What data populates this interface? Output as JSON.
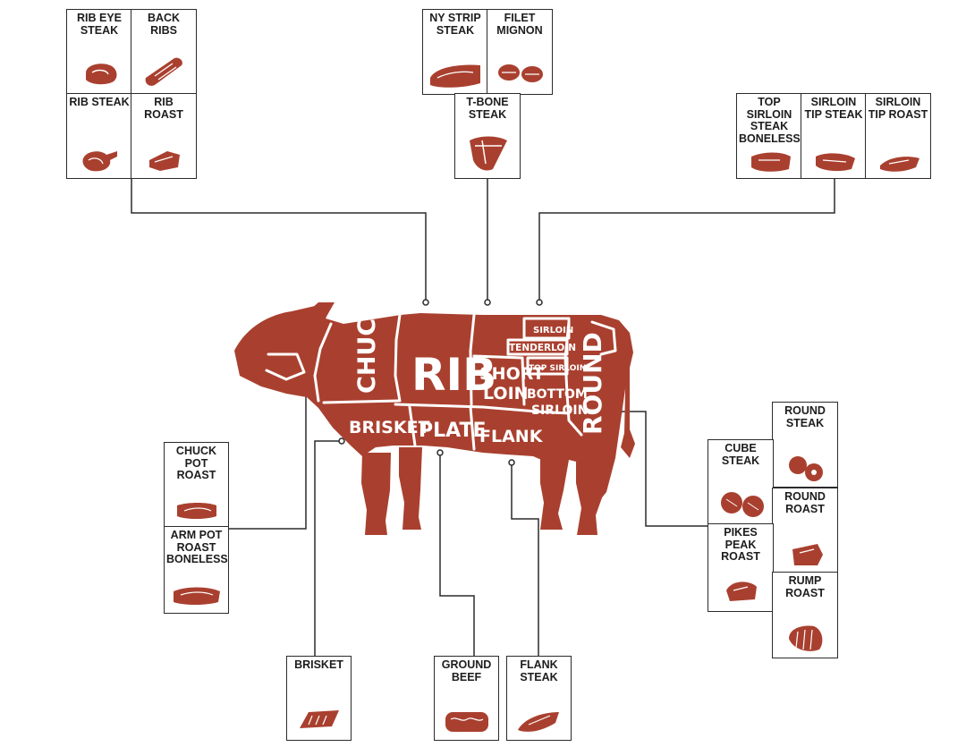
{
  "colors": {
    "meat": "#A9402F",
    "line": "#2b2b2b",
    "cut_text": "#ffffff"
  },
  "diagram": {
    "cow_regions": {
      "chuck": "CHUCK",
      "rib": "RIB",
      "sirloin": "SIRLOIN",
      "tenderloin": "TENDERLOIN",
      "top_sirloin": "TOP SIRLOIN",
      "short_loin": "SHORT\nLOIN",
      "bottom_sirloin": "BOTTOM\nSIRLOIN",
      "round": "ROUND",
      "brisket": "BRISKET",
      "plate": "PLATE",
      "flank": "FLANK"
    },
    "boxes": {
      "rib_eye_steak": "RIB EYE\nSTEAK",
      "back_ribs": "BACK RIBS",
      "rib_steak": "RIB STEAK",
      "rib_roast": "RIB ROAST",
      "ny_strip_steak": "NY STRIP\nSTEAK",
      "filet_mignon": "FILET\nMIGNON",
      "t_bone_steak": "T-BONE\nSTEAK",
      "top_sirloin_steak_boneless": "TOP\nSIRLOIN\nSTEAK\nBONELESS",
      "sirloin_tip_steak": "SIRLOIN\nTIP STEAK",
      "sirloin_tip_roast": "SIRLOIN\nTIP ROAST",
      "chuck_pot_roast": "CHUCK\nPOT\nROAST",
      "arm_pot_roast_boneless": "ARM POT\nROAST\nBONELESS",
      "brisket_cut": "BRISKET",
      "ground_beef": "GROUND\nBEEF",
      "flank_steak": "FLANK\nSTEAK",
      "round_steak": "ROUND\nSTEAK",
      "cube_steak": "CUBE\nSTEAK",
      "round_roast": "ROUND\nROAST",
      "pikes_peak_roast": "PIKES\nPEAK\nROAST",
      "rump_roast": "RUMP\nROAST"
    }
  }
}
